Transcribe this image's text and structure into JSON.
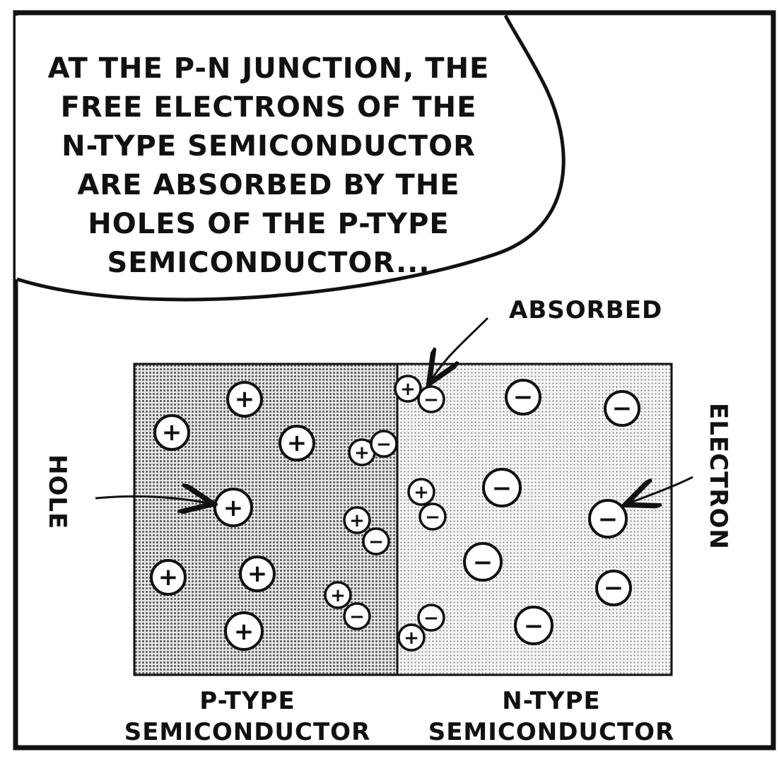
{
  "speech_bubble": {
    "lines": [
      "AT THE P-N JUNCTION, THE",
      "FREE ELECTRONS OF THE",
      "N-TYPE SEMICONDUCTOR",
      "ARE ABSORBED BY THE",
      "HOLES OF THE P-TYPE",
      "SEMICONDUCTOR..."
    ]
  },
  "labels": {
    "absorbed": "ABSORBED",
    "hole": "HOLE",
    "electron": "ELECTRON",
    "p_type_line1": "P-TYPE",
    "p_type_line2": "SEMICONDUCTOR",
    "n_type_line1": "N-TYPE",
    "n_type_line2": "SEMICONDUCTOR"
  },
  "symbols": {
    "hole": "+",
    "electron": "−"
  },
  "colors": {
    "ink": "#111111",
    "p_region": "#bdbdbd",
    "n_region": "#dcdcdc",
    "paper": "#ffffff"
  }
}
